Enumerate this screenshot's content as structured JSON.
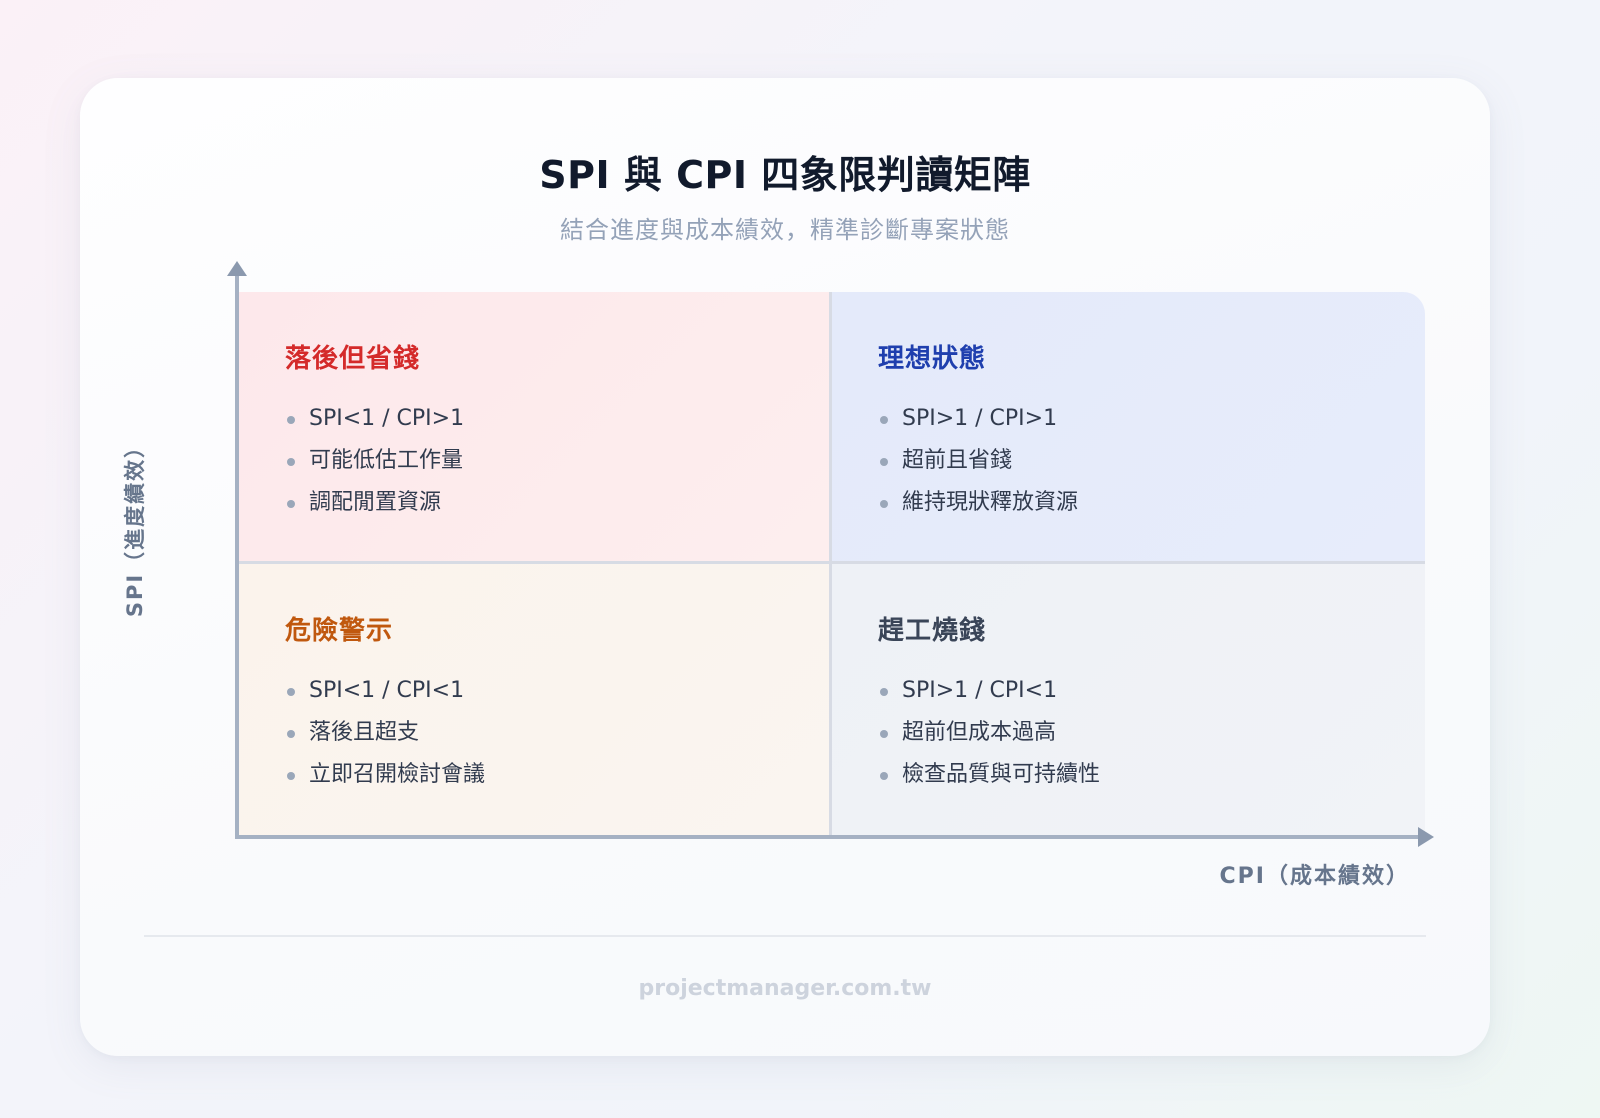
{
  "header": {
    "title": "SPI 與 CPI 四象限判讀矩陣",
    "subtitle": "結合進度與成本績效，精準診斷專案狀態"
  },
  "axes": {
    "y_label": "SPI（進度績效）",
    "x_label": "CPI（成本績效）"
  },
  "quadrants": {
    "top_left": {
      "title": "落後但省錢",
      "color": "#d42a2a",
      "items": [
        "SPI<1 / CPI>1",
        "可能低估工作量",
        "調配閒置資源"
      ]
    },
    "top_right": {
      "title": "理想狀態",
      "color": "#1f3fae",
      "items": [
        "SPI>1 / CPI>1",
        "超前且省錢",
        "維持現狀釋放資源"
      ]
    },
    "bottom_left": {
      "title": "危險警示",
      "color": "#c0580e",
      "items": [
        "SPI<1 / CPI<1",
        "落後且超支",
        "立即召開檢討會議"
      ]
    },
    "bottom_right": {
      "title": "趕工燒錢",
      "color": "#3a4558",
      "items": [
        "SPI>1 / CPI<1",
        "超前但成本過高",
        "檢查品質與可持續性"
      ]
    }
  },
  "footer": {
    "text": "projectmanager.com.tw"
  }
}
